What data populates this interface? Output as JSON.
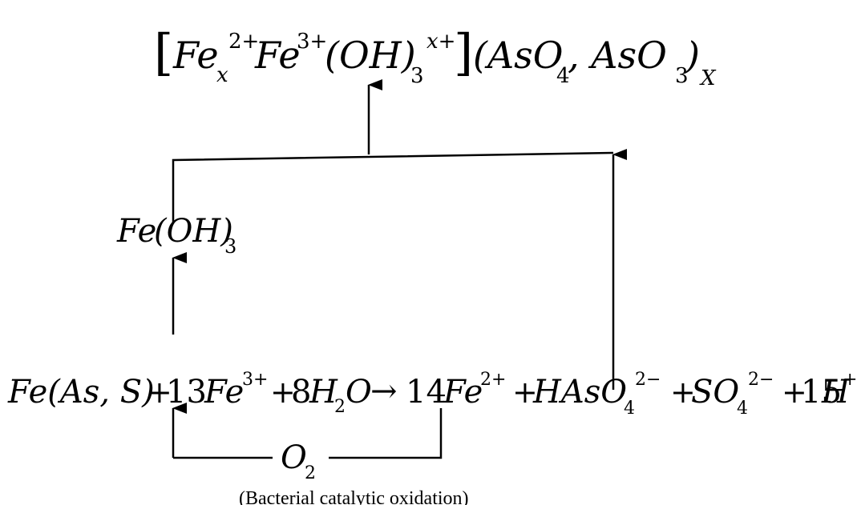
{
  "top_formula": {
    "bracket_open": "[",
    "fe_a": "Fe",
    "sub_x": "x",
    "sup_2plus": "2+",
    "fe_b": "Fe",
    "sup_3plus": "3+",
    "oh_group": "(OH)",
    "sub_3": "3",
    "sup_xplus": "x+",
    "bracket_close": "]",
    "anion_group": "(AsO",
    "sub_4": "4",
    "comma_as": ", AsO",
    "sub_3b": "3",
    "paren_close": ")",
    "sub_X": "X"
  },
  "intermediate": {
    "fe": "Fe",
    "oh": "(OH)",
    "sub": "3"
  },
  "main_equation": {
    "reactant_1": "Fe(As, S)",
    "plus_1": "+",
    "coef_13": "13",
    "fe3": "Fe",
    "fe3_sup": "3+",
    "plus_2": "+",
    "coef_8": "8",
    "h2o_h": "H",
    "h2o_sub": "2",
    "h2o_o": "O",
    "arrow": "→",
    "coef_14": "14",
    "fe2": "Fe",
    "fe2_sup": "2+",
    "plus_3": "+",
    "hasO4": "HAsO",
    "hasO4_sub": "4",
    "hasO4_sup": "2−",
    "plus_4": "+",
    "so4": "SO",
    "so4_sub": "4",
    "so4_sup": "2−",
    "plus_5": "+",
    "coef_15": "15",
    "h": "H",
    "h_sup": "+"
  },
  "cycle": {
    "o2": "O",
    "o2_sub": "2"
  },
  "caption": "(Bacterial catalytic oxidation)"
}
